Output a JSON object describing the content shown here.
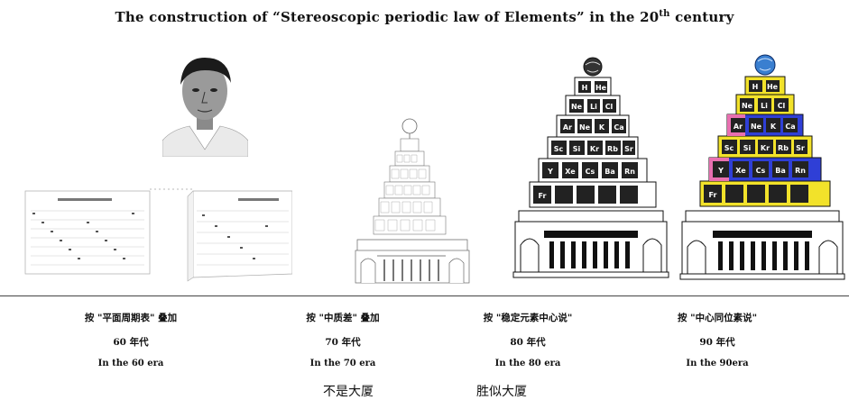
{
  "title": {
    "text": "The construction of “Stereoscopic periodic law of Elements” in the 20",
    "sup": "th",
    "tail": " century"
  },
  "eras": [
    {
      "cn": "按 \"平面周期表\" 叠加",
      "decade": "60 年代",
      "en": "In the 60 era"
    },
    {
      "cn": "按 \"中质差\" 叠加",
      "decade": "70 年代",
      "en": "In the 70 era"
    },
    {
      "cn": "按 \"稳定元素中心说\"",
      "decade": "80 年代",
      "en": "In the 80 era"
    },
    {
      "cn": "按 \"中心同位素说\"",
      "decade": "90 年代",
      "en": "In the 90era"
    }
  ],
  "slogans": {
    "left": "不是大厦",
    "right": "胜似大厦"
  },
  "tower_80_elements": [
    "H",
    "He",
    "Ne",
    "Li",
    "Cl",
    "Ar",
    "Ne",
    "K",
    "Ca",
    "Sc",
    "Si",
    "Kr",
    "Rb",
    "Sr",
    "Y",
    "Xe",
    "Cs",
    "Ba",
    "Rn",
    "Fr"
  ],
  "tower_90_elements": [
    "H",
    "He",
    "Ne",
    "Li",
    "Cl",
    "Ar",
    "Ne",
    "K",
    "Ca",
    "Sc",
    "Si",
    "Kr",
    "Rb",
    "Sr",
    "Y",
    "Xe",
    "Cs",
    "Ba",
    "Rn",
    "Fr"
  ],
  "colors": {
    "yellow": "#f2e22a",
    "blue": "#2f3fd6",
    "pink": "#e86fb0",
    "dark": "#1a1a1a",
    "globe": "#3a7fd0"
  }
}
